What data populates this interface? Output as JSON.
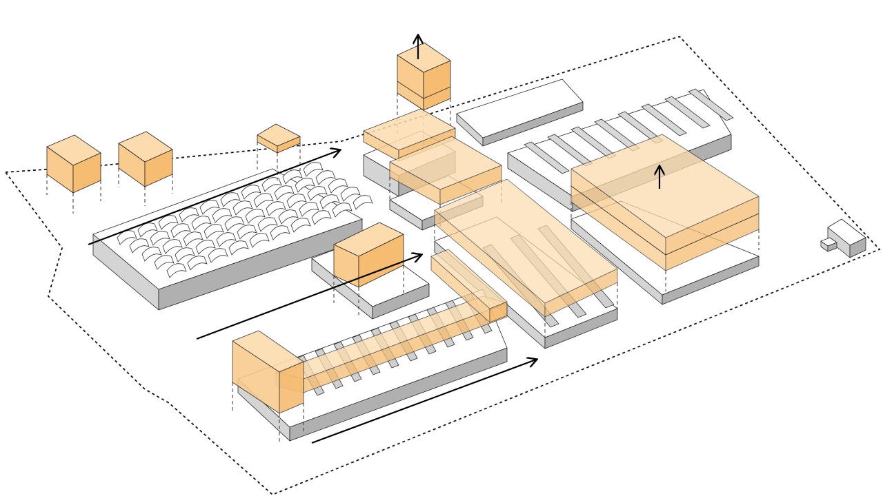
{
  "diagram": {
    "type": "axonometric-site-massing",
    "colors": {
      "proposed_top": "#fcdcae",
      "proposed_left": "#f9cb8e",
      "proposed_right": "#f5bc72",
      "existing_top": "#ffffff",
      "existing_side_light": "#d4d4d4",
      "existing_side_dark": "#b0b0b0",
      "line": "#222222",
      "arrow": "#000000"
    },
    "icons": [
      "site-boundary",
      "movement-arrow",
      "vertical-extension-arrow"
    ]
  }
}
